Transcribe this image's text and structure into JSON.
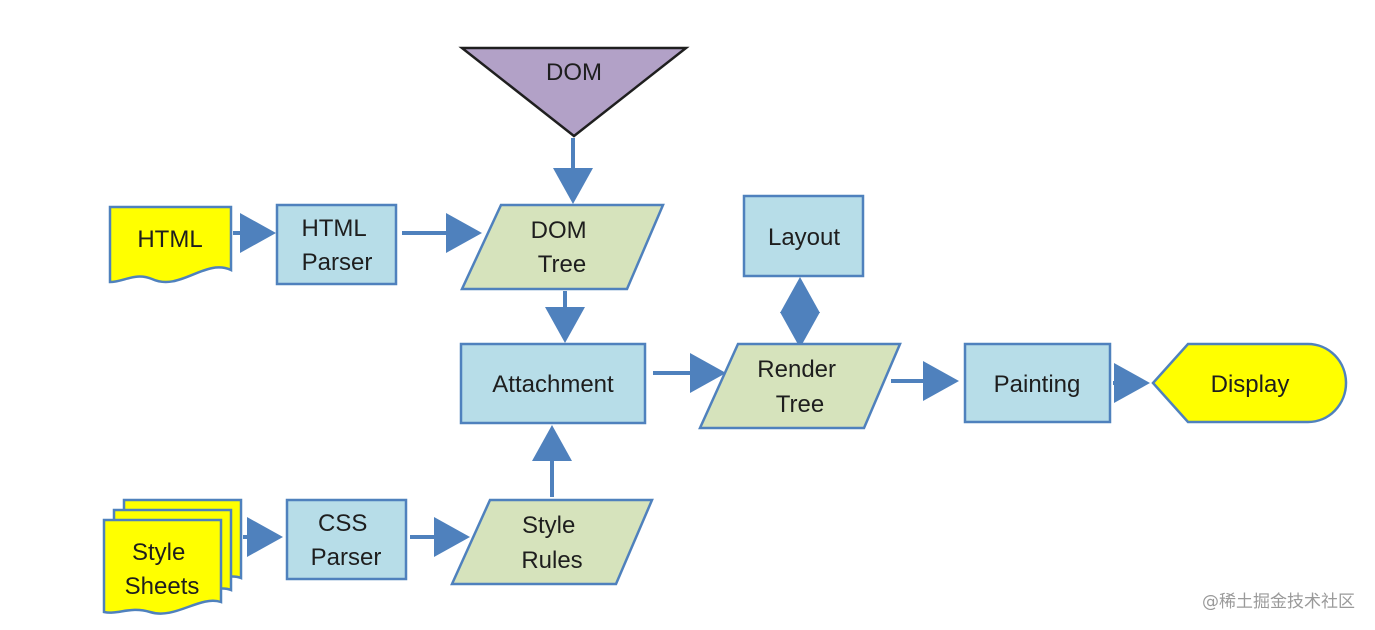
{
  "nodes": {
    "dom": {
      "label": [
        "DOM"
      ]
    },
    "html": {
      "label": [
        "HTML"
      ]
    },
    "html_parser": {
      "label": [
        "HTML",
        "Parser"
      ]
    },
    "dom_tree": {
      "label": [
        "DOM",
        "Tree"
      ]
    },
    "layout": {
      "label": [
        "Layout"
      ]
    },
    "attachment": {
      "label": [
        "Attachment"
      ]
    },
    "render_tree": {
      "label": [
        "Render",
        "Tree"
      ]
    },
    "painting": {
      "label": [
        "Painting"
      ]
    },
    "display": {
      "label": [
        "Display"
      ]
    },
    "stylesheets": {
      "label": [
        "Style",
        "Sheets"
      ]
    },
    "css_parser": {
      "label": [
        "CSS",
        "Parser"
      ]
    },
    "style_rules": {
      "label": [
        "Style",
        "Rules"
      ]
    }
  },
  "edges": [
    {
      "from": "dom",
      "to": "dom_tree"
    },
    {
      "from": "html",
      "to": "html_parser"
    },
    {
      "from": "html_parser",
      "to": "dom_tree"
    },
    {
      "from": "dom_tree",
      "to": "attachment"
    },
    {
      "from": "attachment",
      "to": "render_tree"
    },
    {
      "from": "render_tree",
      "to": "layout",
      "bidirectional": true
    },
    {
      "from": "render_tree",
      "to": "painting"
    },
    {
      "from": "painting",
      "to": "display"
    },
    {
      "from": "stylesheets",
      "to": "css_parser"
    },
    {
      "from": "css_parser",
      "to": "style_rules"
    },
    {
      "from": "style_rules",
      "to": "attachment"
    }
  ],
  "colors": {
    "process_fill": "#b7dde8",
    "process_stroke": "#4f81bd",
    "data_fill": "#d6e3bc",
    "data_stroke": "#4f81bd",
    "io_fill": "#ffff00",
    "io_stroke": "#4f81bd",
    "merge_fill": "#b2a1c7",
    "merge_stroke": "#1f1f1f",
    "arrow": "#4f81bd"
  },
  "watermark": "@稀土掘金技术社区"
}
